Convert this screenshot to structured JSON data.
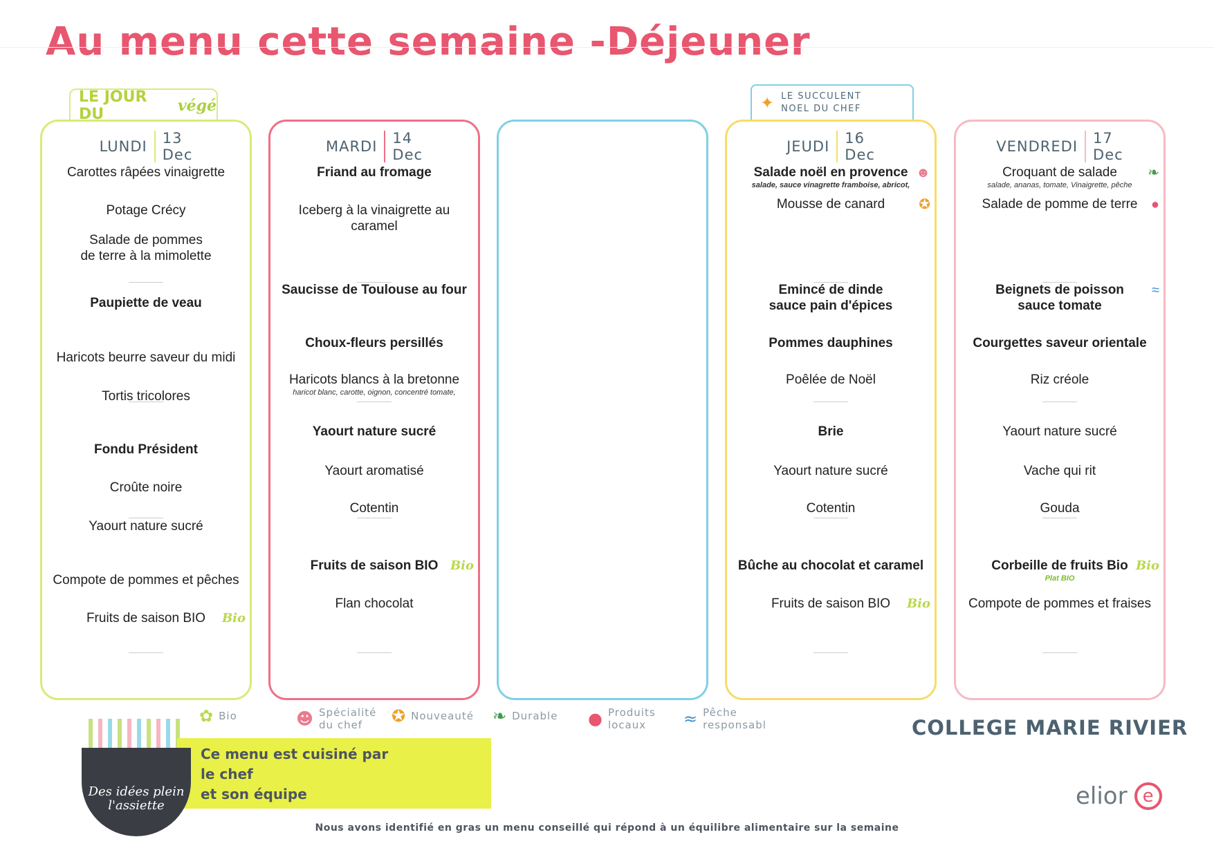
{
  "title": "Au menu cette semaine -Déjeuner",
  "badges": {
    "veg": {
      "text": "LE JOUR DU",
      "word": "végé"
    },
    "animation": {
      "icon_label": "ANIMATION",
      "line1": "LE SUCCULENT",
      "line2": "NOEL DU CHEF"
    }
  },
  "days": [
    {
      "name": "LUNDI",
      "day": "13",
      "month": "Dec",
      "color": "#d8eb78",
      "items": [
        {
          "text": "Carottes râpées vinaigrette",
          "bold": false
        },
        {
          "text": "Potage Crécy",
          "bold": false
        },
        {
          "text": "Salade de pommes",
          "text2": "de terre à la mimolette",
          "bold": false
        },
        {
          "text": "Paupiette de veau",
          "bold": true
        },
        {
          "text": "Haricots beurre saveur du midi",
          "bold": false
        },
        {
          "text": "Tortis tricolores",
          "bold": false
        },
        {
          "text": "Fondu Président",
          "bold": true
        },
        {
          "text": "Croûte noire",
          "bold": false
        },
        {
          "text": "Yaourt nature sucré",
          "bold": false
        },
        {
          "text": "Compote de pommes et pêches",
          "bold": false
        },
        {
          "text": "Fruits de saison BIO",
          "bold": false,
          "marker": "bio"
        }
      ]
    },
    {
      "name": "MARDI",
      "day": "14",
      "month": "Dec",
      "color": "#ee6f86",
      "items": [
        {
          "text": "Friand au fromage",
          "bold": true
        },
        {
          "text": "Iceberg à la vinaigrette au",
          "text2": "caramel",
          "bold": false
        },
        {
          "text": "Saucisse de Toulouse au four",
          "bold": true
        },
        {
          "text": "Choux-fleurs persillés",
          "bold": true
        },
        {
          "text": "Haricots blancs à la bretonne",
          "sub": "haricot blanc, carotte, oignon, concentré tomate,",
          "bold": false
        },
        {
          "text": "Yaourt nature sucré",
          "bold": true
        },
        {
          "text": "Yaourt aromatisé",
          "bold": false
        },
        {
          "text": "Cotentin",
          "bold": false
        },
        {
          "text": "Fruits de saison BIO",
          "bold": true,
          "marker": "bio"
        },
        {
          "text": "Flan chocolat",
          "bold": false
        }
      ]
    },
    {
      "name": "",
      "day": "",
      "month": "",
      "color": "#7fd0e4",
      "items": []
    },
    {
      "name": "JEUDI",
      "day": "16",
      "month": "Dec",
      "color": "#f6dc6a",
      "items": [
        {
          "text": "Salade noël en provence",
          "sub": "salade, sauce vinagrette framboise, abricot,",
          "bold": true,
          "marker": "chef"
        },
        {
          "text": "Mousse de canard",
          "bold": false,
          "marker": "new"
        },
        {
          "text": "Emincé de dinde",
          "text2": "sauce pain d'épices",
          "bold": true
        },
        {
          "text": "Pommes dauphines",
          "bold": true
        },
        {
          "text": "Poêlée de Noël",
          "bold": false
        },
        {
          "text": "Brie",
          "bold": true
        },
        {
          "text": "Yaourt nature sucré",
          "bold": false
        },
        {
          "text": "Cotentin",
          "bold": false
        },
        {
          "text": "Bûche au chocolat et caramel",
          "bold": true
        },
        {
          "text": "Fruits de saison BIO",
          "bold": false,
          "marker": "bio"
        }
      ]
    },
    {
      "name": "VENDREDI",
      "day": "17",
      "month": "Dec",
      "color": "#f7b9c3",
      "items": [
        {
          "text": "Croquant de salade",
          "sub": "salade, ananas, tomate, Vinaigrette, pêche",
          "bold": false,
          "marker": "leaf"
        },
        {
          "text": "Salade de pomme de terre",
          "bold": false,
          "marker": "pin"
        },
        {
          "text": "Beignets de poisson",
          "text2": "sauce tomate",
          "bold": true,
          "marker": "fish"
        },
        {
          "text": "Courgettes saveur orientale",
          "bold": true
        },
        {
          "text": "Riz créole",
          "bold": false
        },
        {
          "text": "Yaourt nature sucré",
          "bold": false
        },
        {
          "text": "Vache qui rit",
          "bold": false
        },
        {
          "text": "Gouda",
          "bold": false
        },
        {
          "text": "Corbeille de fruits Bio",
          "sub": "Plat BIO",
          "sub_green": true,
          "bold": true,
          "marker": "bio"
        },
        {
          "text": "Compote de pommes et fraises",
          "bold": false
        }
      ]
    }
  ],
  "legend": [
    {
      "icon": "bio-icon",
      "label": "Bio",
      "label2": ""
    },
    {
      "icon": "chef-hat-icon",
      "label": "Spécialité",
      "label2": "du chef"
    },
    {
      "icon": "star-badge-icon",
      "label": "Nouveauté",
      "label2": ""
    },
    {
      "icon": "leaf-icon",
      "label": "Durable",
      "label2": ""
    },
    {
      "icon": "location-pin-icon",
      "label": "Produits",
      "label2": "locaux"
    },
    {
      "icon": "fish-icon",
      "label": "Pêche",
      "label2": "responsabl"
    }
  ],
  "college": "COLLEGE MARIE RIVIER",
  "chef_note": {
    "line1": "Ce menu est cuisiné par",
    "line2": "le chef",
    "line3": "et son équipe"
  },
  "logo_text": {
    "line1": "Des idées plein",
    "line2": "l'assiette"
  },
  "brand": "elior",
  "footnote": "Nous avons identifié en gras un menu conseillé qui répond à un équilibre alimentaire sur la semaine"
}
